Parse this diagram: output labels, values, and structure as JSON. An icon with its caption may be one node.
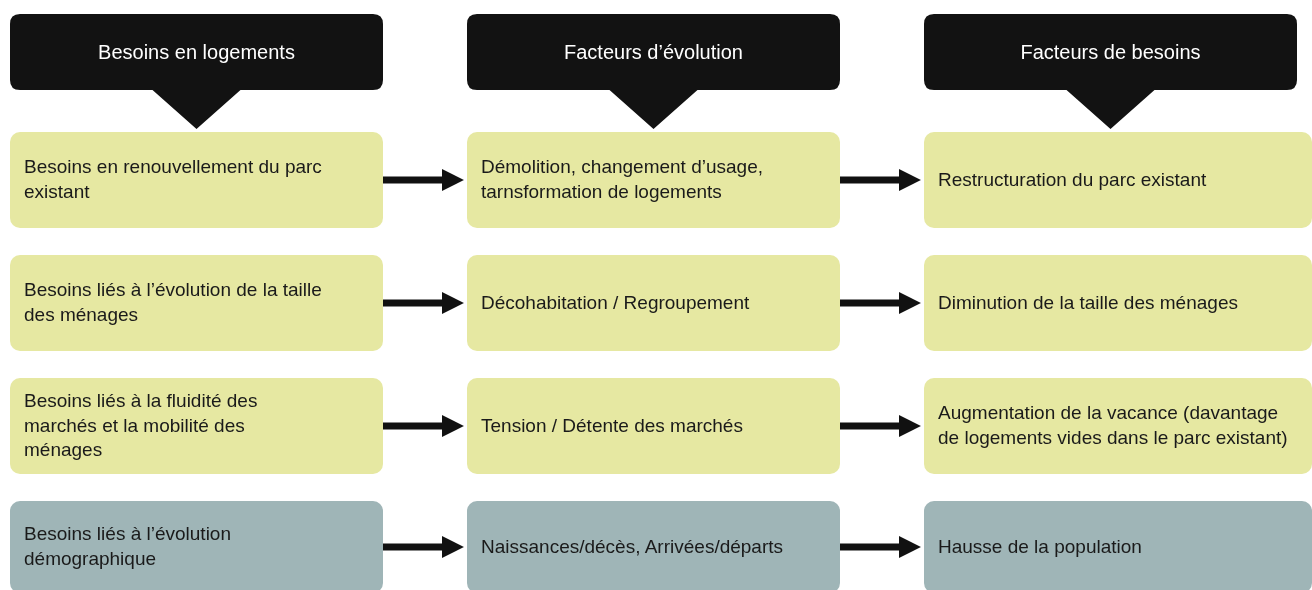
{
  "diagram": {
    "nodes": [
      {
        "text": [
          "Besoins en logements"
        ]
      },
      {
        "text": [
          "Facteurs d’évolution"
        ]
      },
      {
        "text": [
          "Facteurs de besoins"
        ]
      },
      {
        "text": [
          "Besoins en renouvellement du parc existant"
        ]
      },
      {
        "text": [
          "Démolition, changement d’usage, tarnsformation de logements"
        ]
      },
      {
        "text": [
          "Restructuration du parc existant"
        ]
      },
      {
        "text": [
          "Besoins liés à l’évolution de la taille des ménages"
        ]
      },
      {
        "text": [
          "Décohabitation / Regroupement"
        ]
      },
      {
        "text": [
          "Diminution de la taille des ménages"
        ]
      },
      {
        "text": [
          "Besoins liés à la fluidité des marchés et la mobilité des ménages"
        ]
      },
      {
        "text": [
          "Tension / Détente des marchés"
        ]
      },
      {
        "text": [
          "Augmentation de la vacance (davantage de logements vides dans le parc existant)"
        ]
      },
      {
        "text": [
          "Besoins liés à l’évolution démographique"
        ]
      },
      {
        "text": [
          "Naissances/décès, Arrivées/départs"
        ]
      },
      {
        "text": [
          "Hausse de la population"
        ]
      }
    ],
    "edges": [
      {
        "from": 3,
        "to": 4,
        "arrow": "to"
      },
      {
        "from": 4,
        "to": 5,
        "arrow": "to"
      },
      {
        "from": 6,
        "to": 7,
        "arrow": "to"
      },
      {
        "from": 7,
        "to": 8,
        "arrow": "to"
      },
      {
        "from": 9,
        "to": 10,
        "arrow": "to"
      },
      {
        "from": 10,
        "to": 11,
        "arrow": "to"
      },
      {
        "from": 12,
        "to": 13,
        "arrow": "to"
      },
      {
        "from": 13,
        "to": 14,
        "arrow": "to"
      }
    ]
  }
}
